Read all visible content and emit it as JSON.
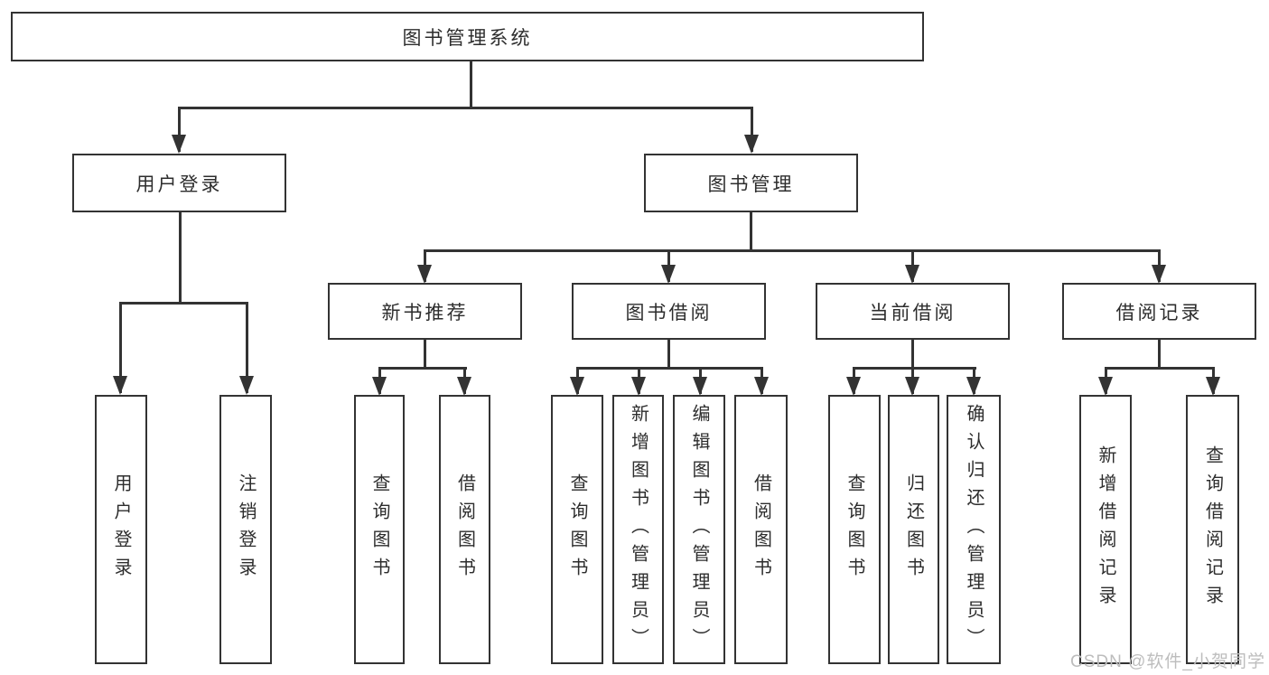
{
  "tree": {
    "root": {
      "label": "图书管理系统"
    },
    "branches": [
      {
        "label": "用户登录",
        "children": [
          {
            "label": "用户登录"
          },
          {
            "label": "注销登录"
          }
        ]
      },
      {
        "label": "图书管理",
        "children": [
          {
            "label": "新书推荐",
            "children": [
              {
                "label": "查询图书"
              },
              {
                "label": "借阅图书"
              }
            ]
          },
          {
            "label": "图书借阅",
            "children": [
              {
                "label": "查询图书"
              },
              {
                "label": "新增图书（管理员）"
              },
              {
                "label": "编辑图书（管理员）"
              },
              {
                "label": "借阅图书"
              }
            ]
          },
          {
            "label": "当前借阅",
            "children": [
              {
                "label": "查询图书"
              },
              {
                "label": "归还图书"
              },
              {
                "label": "确认归还（管理员）"
              }
            ]
          },
          {
            "label": "借阅记录",
            "children": [
              {
                "label": "新增借阅记录"
              },
              {
                "label": "查询借阅记录"
              }
            ]
          }
        ]
      }
    ]
  },
  "watermark": {
    "text": "CSDN @软件_小贺同学"
  },
  "colors": {
    "line": "#333333",
    "text": "#2d2d2d",
    "watermark": "#bdbdbd",
    "background": "#ffffff"
  }
}
